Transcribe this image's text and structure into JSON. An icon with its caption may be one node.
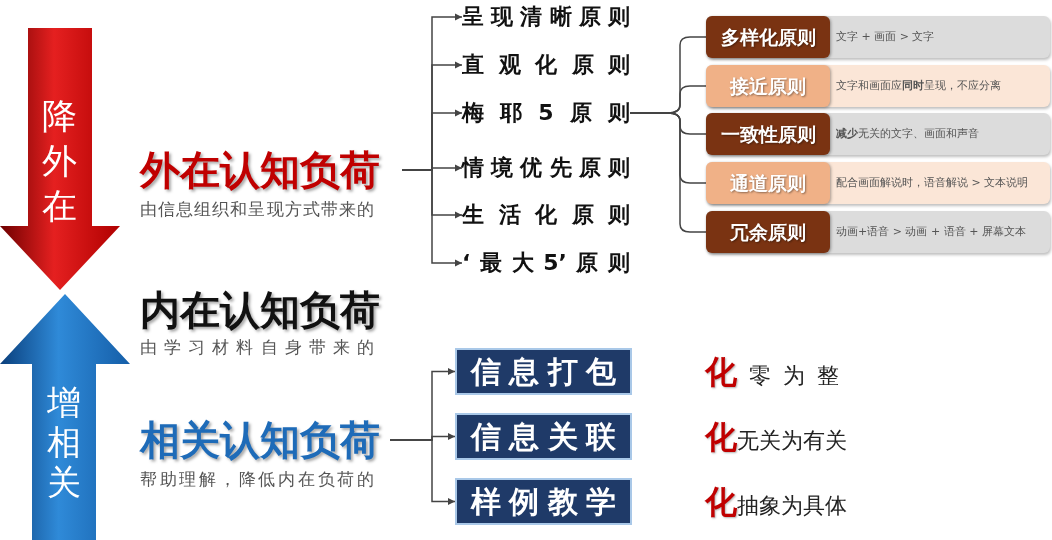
{
  "diagram": {
    "nodes": [
      {
        "text": [
          "降外在"
        ]
      },
      {
        "text": [
          "外在认知负荷",
          "由信息组织和呈现方式带来的"
        ]
      },
      {
        "text": [
          "呈现清晰原则"
        ]
      },
      {
        "text": [
          "直观化原则"
        ]
      },
      {
        "text": [
          "梅耶5原则"
        ]
      },
      {
        "text": [
          "情境优先原则"
        ]
      },
      {
        "text": [
          "生活化原则"
        ]
      },
      {
        "text": [
          "‘最大5’原则"
        ]
      },
      {
        "text": [
          "多样化原则",
          "文字 + 画面 > 文字"
        ]
      },
      {
        "text": [
          "接近原则",
          "文字和画面应**同时**呈现，不应分离"
        ]
      },
      {
        "text": [
          "一致性原则",
          "**减少**无关的文字、画面和声音"
        ]
      },
      {
        "text": [
          "通道原则",
          "配合画面解说时，语音解说 > 文本说明"
        ]
      },
      {
        "text": [
          "冗余原则",
          "动画+语音 > 动画 + 语音 + 屏幕文本"
        ]
      },
      {
        "text": [
          "增相关"
        ]
      },
      {
        "text": [
          "相关认知负荷",
          "帮助理解，降低内在负荷的"
        ]
      },
      {
        "text": [
          "信息打包"
        ],
        "beside": [
          "化零为整"
        ]
      },
      {
        "text": [
          "信息关联"
        ],
        "beside": [
          "化无关为有关"
        ]
      },
      {
        "text": [
          "样例教学"
        ],
        "beside": [
          "化抽象为具体"
        ]
      }
    ],
    "edges": [
      {
        "from": 1,
        "to": 2,
        "arrow": "to"
      },
      {
        "from": 1,
        "to": 3,
        "arrow": "to"
      },
      {
        "from": 1,
        "to": 4,
        "arrow": "to"
      },
      {
        "from": 1,
        "to": 5,
        "arrow": "to"
      },
      {
        "from": 1,
        "to": 6,
        "arrow": "to"
      },
      {
        "from": 1,
        "to": 7,
        "arrow": "to"
      },
      {
        "from": 4,
        "to": 8,
        "arrow": "none"
      },
      {
        "from": 4,
        "to": 9,
        "arrow": "none"
      },
      {
        "from": 4,
        "to": 10,
        "arrow": "none"
      },
      {
        "from": 4,
        "to": 11,
        "arrow": "none"
      },
      {
        "from": 4,
        "to": 12,
        "arrow": "none"
      },
      {
        "from": 14,
        "to": 15,
        "arrow": "to"
      },
      {
        "from": 14,
        "to": 16,
        "arrow": "to"
      },
      {
        "from": 14,
        "to": 17,
        "arrow": "to"
      }
    ],
    "labels": [
      "内在认知负荷",
      "由学习材料自身带来的"
    ]
  }
}
